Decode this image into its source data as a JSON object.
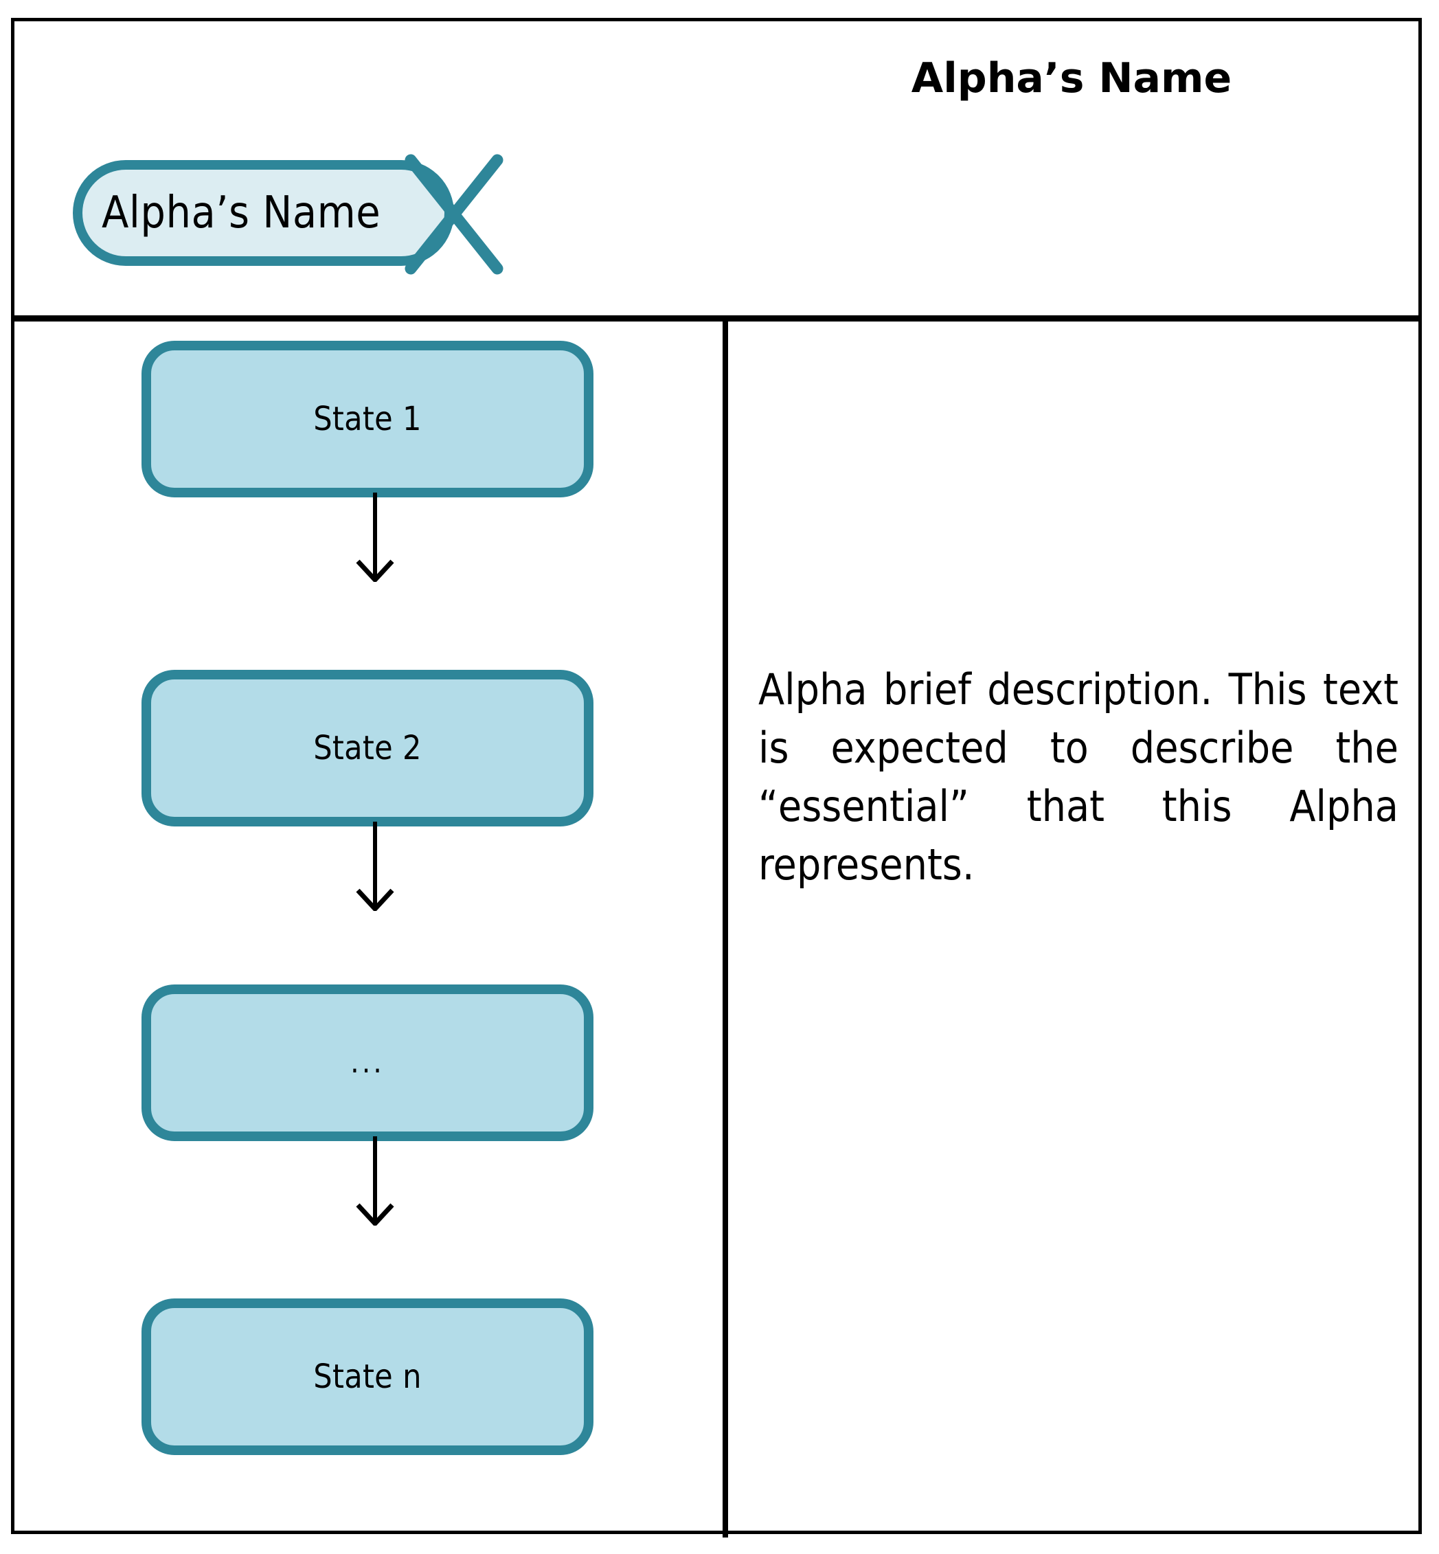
{
  "card": {
    "header": {
      "alpha_symbol_label": "Alpha’s Name",
      "title": "Alpha’s Name",
      "symbol_icon": "alpha-pill-with-cross"
    },
    "left_column": {
      "states": [
        {
          "label": "State 1"
        },
        {
          "label": "State 2"
        },
        {
          "label": "..."
        },
        {
          "label": "State n"
        }
      ],
      "transitions": [
        {
          "icon": "down-arrow"
        },
        {
          "icon": "down-arrow"
        },
        {
          "icon": "down-arrow"
        }
      ]
    },
    "right_column": {
      "description": "Alpha brief description. This text is expected to describe the “essential” that this Alpha represents."
    },
    "colors": {
      "accent_border": "#2e8699",
      "state_fill": "#b3dce8",
      "pill_fill": "#dcedf2",
      "frame": "#000000",
      "text": "#000000"
    }
  }
}
